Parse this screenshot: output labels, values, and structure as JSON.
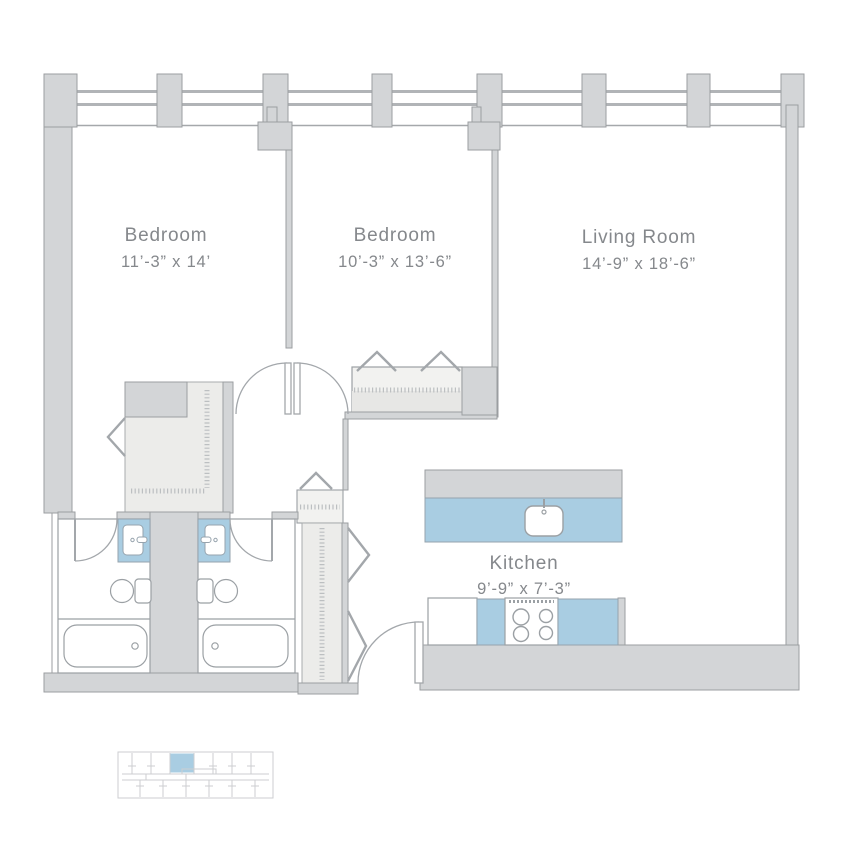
{
  "title": "Two bedroom apartment floor plan",
  "rooms": {
    "bedroom1": {
      "name": "Bedroom",
      "dims": "11’-3” x 14’"
    },
    "bedroom2": {
      "name": "Bedroom",
      "dims": "10’-3” x 13’-6”"
    },
    "living": {
      "name": "Living Room",
      "dims": "14’-9” x 18’-6”"
    },
    "kitchen": {
      "name": "Kitchen",
      "dims": "9’-9” x 7’-3”"
    }
  },
  "fixtures": [
    "bathtub-left",
    "bathtub-right",
    "toilet-left",
    "toilet-right",
    "vanity-sink-left",
    "vanity-sink-right",
    "kitchen-island-sink",
    "stove-4-burner",
    "refrigerator",
    "washer-dryer-closet",
    "walk-in-closet",
    "wardrobe-closet",
    "pantry-closet"
  ],
  "colors": {
    "accent_blue": "#a9cde2",
    "wall_gray": "#d3d5d7",
    "wall_stroke": "#9b9ea1",
    "fixture_stroke": "#9ba0a4",
    "floor_gray": "#ececea",
    "label_gray": "#85888c",
    "keymap_line": "#ccced1"
  },
  "keymap": {
    "description": "building footprint key map",
    "highlighted_unit_color": "#a9cde2"
  }
}
